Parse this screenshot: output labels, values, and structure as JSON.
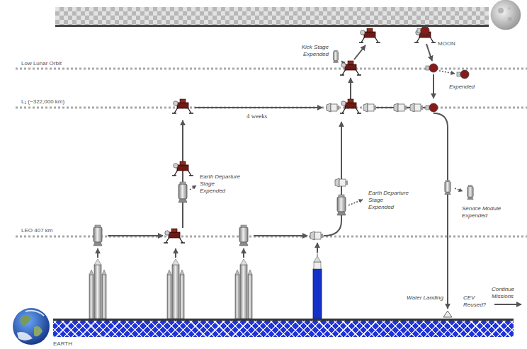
{
  "diagram": {
    "nodes": [
      {
        "text": [
          "MOON"
        ]
      },
      {
        "text": [
          "EARTH"
        ]
      }
    ],
    "labels": [
      "Low Lunar Orbit",
      "L₁ (~322,000 km)",
      "Kick Stage Expended",
      "4 weeks",
      "Earth Departure Stage Expended",
      "Earth Departure Stage Expended",
      "Expended",
      "LEO 407 km",
      "Service Module Expended",
      "Water Landing",
      "CEV Reused?",
      "Continue Missions"
    ]
  }
}
